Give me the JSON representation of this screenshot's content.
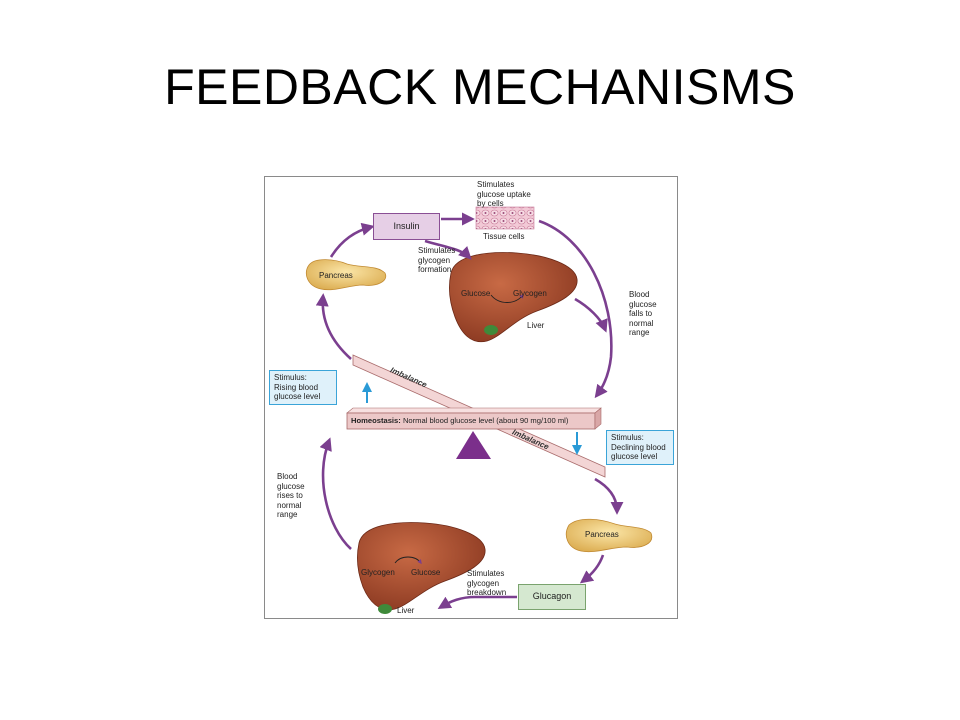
{
  "title": "FEEDBACK MECHANISMS",
  "diagram": {
    "insulin": "Insulin",
    "glucagon": "Glucagon",
    "stimulates_uptake": [
      "Stimulates",
      "glucose uptake",
      "by cells"
    ],
    "tissue_cells": "Tissue cells",
    "stimulates_glycogen_formation": [
      "Stimulates",
      "glycogen",
      "formation"
    ],
    "pancreas_top": "Pancreas",
    "pancreas_bottom": "Pancreas",
    "liver_top": {
      "left": "Glucose",
      "right": "Glycogen",
      "label": "Liver"
    },
    "liver_bottom": {
      "left": "Glycogen",
      "right": "Glucose",
      "label": "Liver"
    },
    "blood_falls": [
      "Blood",
      "glucose",
      "falls to",
      "normal",
      "range"
    ],
    "blood_rises": [
      "Blood",
      "glucose",
      "rises to",
      "normal",
      "range"
    ],
    "stimulus_rising": [
      "Stimulus:",
      "Rising blood",
      "glucose level"
    ],
    "stimulus_declining": [
      "Stimulus:",
      "Declining blood",
      "glucose level"
    ],
    "homeostasis_label": "Homeostasis:",
    "homeostasis_text": "Normal blood glucose level (about 90 mg/100 ml)",
    "imbalance_top": "Imbalance",
    "imbalance_bottom": "Imbalance",
    "stimulates_breakdown": [
      "Stimulates",
      "glycogen",
      "breakdown"
    ]
  },
  "colors": {
    "arrow": "#7b3f8f",
    "liver": "#a8482b",
    "pancreas": "#f0c86a",
    "stimulus_border": "#3aa4d8",
    "stimulus_fill": "#dff1fa",
    "seesaw": "#e9c6c6",
    "fulcrum": "#7b2f8b"
  }
}
